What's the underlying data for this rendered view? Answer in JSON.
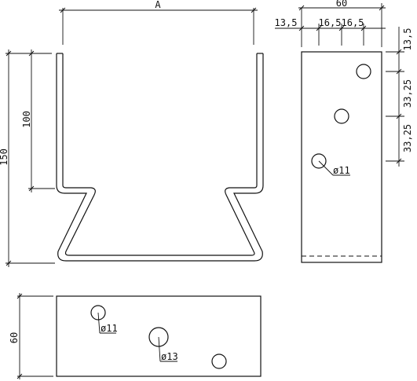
{
  "front_view": {
    "dim_width": "A",
    "dim_height_total": "150",
    "dim_height_inner": "100"
  },
  "side_view": {
    "dim_width": "60",
    "dim_left_offset": "13,5",
    "dim_hole_spacing_a": "16,5",
    "dim_hole_spacing_b": "16,5",
    "dim_top_offset": "13,5",
    "dim_vertical_spacing_1": "33,25",
    "dim_vertical_spacing_2": "33,25",
    "hole_label": "ø11"
  },
  "bottom_view": {
    "dim_height": "60",
    "hole_small_label": "ø11",
    "hole_large_label": "ø13"
  }
}
